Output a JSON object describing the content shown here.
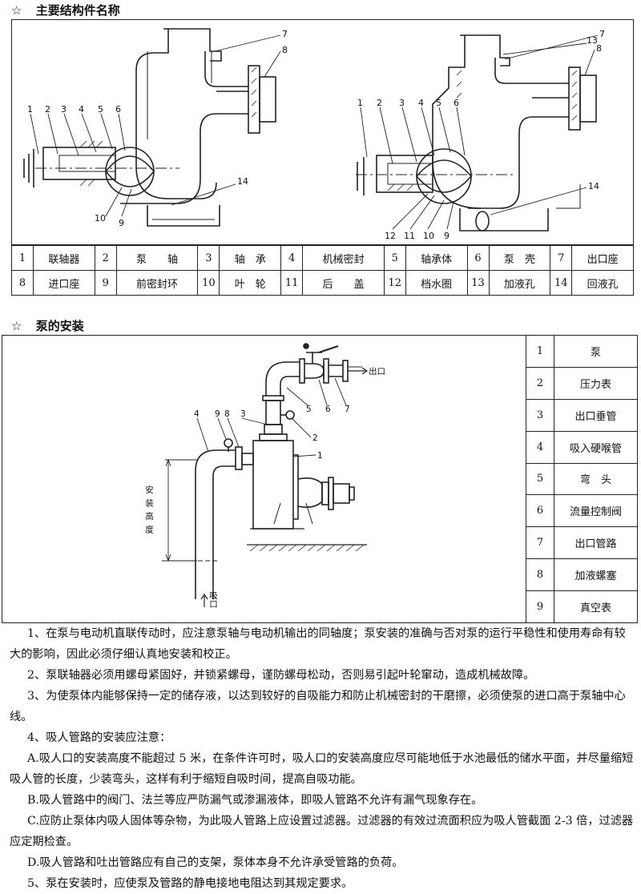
{
  "section1": {
    "star": "☆",
    "title": "主要结构件名称"
  },
  "diagram1_left_labels": [
    "1",
    "2",
    "3",
    "4",
    "5",
    "6",
    "7",
    "8",
    "9",
    "10",
    "14"
  ],
  "diagram1_right_labels": [
    "1",
    "2",
    "3",
    "4",
    "5",
    "6",
    "7",
    "8",
    "9",
    "10",
    "11",
    "12",
    "13",
    "14"
  ],
  "parts": [
    [
      {
        "no": "1",
        "name": "联轴器"
      },
      {
        "no": "2",
        "name": "泵　　轴"
      },
      {
        "no": "3",
        "name": "轴　承"
      },
      {
        "no": "4",
        "name": "机械密封"
      },
      {
        "no": "5",
        "name": "轴承体"
      },
      {
        "no": "6",
        "name": "泵　壳"
      },
      {
        "no": "7",
        "name": "出口座"
      }
    ],
    [
      {
        "no": "8",
        "name": "进口座"
      },
      {
        "no": "9",
        "name": "前密封环"
      },
      {
        "no": "10",
        "name": "叶　轮"
      },
      {
        "no": "11",
        "name": "后　　盖"
      },
      {
        "no": "12",
        "name": "档水圈"
      },
      {
        "no": "13",
        "name": "加液孔"
      },
      {
        "no": "14",
        "name": "回液孔"
      }
    ]
  ],
  "section2": {
    "star": "☆",
    "title": "泵的安装"
  },
  "install_diagram": {
    "outlet_label": "出口",
    "suction_label": "吸口",
    "height_label": "安装高度",
    "callouts": [
      "1",
      "2",
      "3",
      "4",
      "5",
      "6",
      "7",
      "8",
      "9"
    ]
  },
  "legend": [
    {
      "no": "1",
      "name": "泵"
    },
    {
      "no": "2",
      "name": "压力表"
    },
    {
      "no": "3",
      "name": "出口垂管"
    },
    {
      "no": "4",
      "name": "吸入硬喉管"
    },
    {
      "no": "5",
      "name": "弯　头"
    },
    {
      "no": "6",
      "name": "流量控制阀"
    },
    {
      "no": "7",
      "name": "出口管路"
    },
    {
      "no": "8",
      "name": "加液螺塞"
    },
    {
      "no": "9",
      "name": "真空表"
    }
  ],
  "text": {
    "p1": "1、在泵与电动机直联传动时，应注意泵轴与电动机输出的同轴度；泵安装的准确与否对泵的运行平稳性和使用寿命有较大的影响，因此必须仔细认真地安装和校正。",
    "p2": "2、泵联轴器必须用螺母紧固好，并锁紧螺母，谨防螺母松动，否则易引起叶轮窜动，造成机械故障。",
    "p3": "3、为使泵体内能够保持一定的储存液，以达到较好的自吸能力和防止机械密封的干磨擦，必须使泵的进口高于泵轴中心线。",
    "p4": "4、吸人管路的安装应注意：",
    "pA": "A.吸人口的安装高度不能超过 5 米，在条件许可时，吸人口的安装高度应尽可能地低于水池最低的储水平面，并尽量缩短吸人管的长度，少装弯头，这样有利于缩短自吸时间，提高自吸功能。",
    "pB": "B.吸人管路中的阀门、法兰等应严防漏气或渗漏液体，即吸人管路不允许有漏气现象存在。",
    "pC": "C.应防止泵体内吸人固体等杂物，为此吸人管路上应设置过滤器。过滤器的有效过流面积应为吸人管截面 2-3 倍，过滤器应定期检查。",
    "pD": "D.吸人管路和吐出管路应有自己的支架，泵体本身不允许承受管路的负荷。",
    "p5": "5、泵在安装时，应使泵及管路的静电接地电阻达到其规定要求。"
  }
}
